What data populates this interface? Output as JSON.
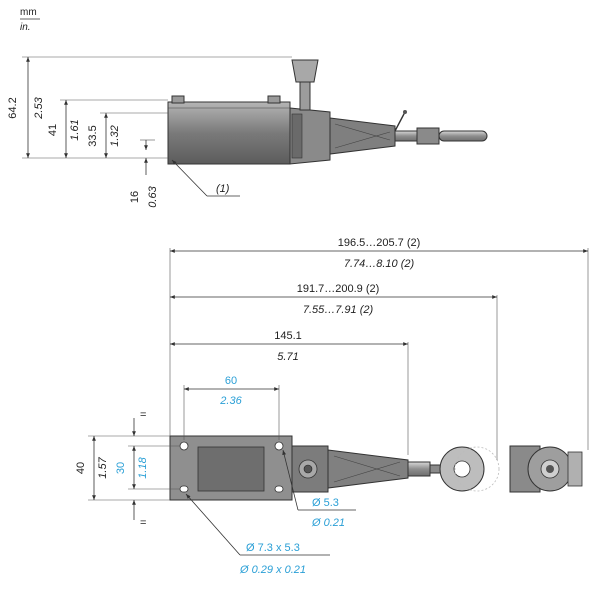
{
  "units": {
    "primary": "mm",
    "secondary": "in."
  },
  "side_view": {
    "height_overall": {
      "mm": "64.2",
      "in": "2.53"
    },
    "height_body": {
      "mm": "41",
      "in": "1.61"
    },
    "height_axis": {
      "mm": "33.5",
      "in": "1.32"
    },
    "offset_base": {
      "mm": "16",
      "in": "0.63"
    },
    "note_ref": "(1)"
  },
  "top_view": {
    "length_max": {
      "mm": "196.5…205.7 (2)",
      "in": "7.74…8.10 (2)"
    },
    "length_mid": {
      "mm": "191.7…200.9 (2)",
      "in": "7.55…7.91 (2)"
    },
    "length_head": {
      "mm": "145.1",
      "in": "5.71"
    },
    "hole_spacing": {
      "mm": "60",
      "in": "2.36"
    },
    "body_width": {
      "mm": "40",
      "in": "1.57"
    },
    "hole_width": {
      "mm": "30",
      "in": "1.18"
    },
    "equal_mark": "=",
    "hole_round": {
      "mm": "Ø 5.3",
      "in": "Ø 0.21"
    },
    "hole_slot": {
      "mm": "Ø 7.3 x 5.3",
      "in": "Ø 0.29 x 0.21"
    }
  },
  "colors": {
    "line": "#333333",
    "metal": "#8e8e8e",
    "dark": "#4a4a4a",
    "highlight": "#2a9fd6"
  }
}
